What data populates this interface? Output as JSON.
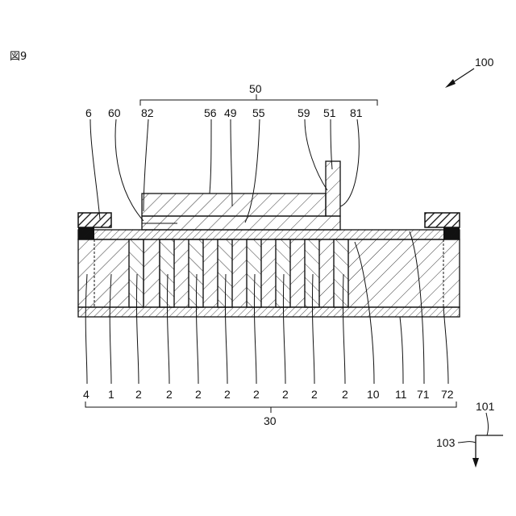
{
  "figure_label": "図9",
  "labels": {
    "l100": "100",
    "l50": "50",
    "l6": "6",
    "l60": "60",
    "l82": "82",
    "l56": "56",
    "l49": "49",
    "l55": "55",
    "l59": "59",
    "l51": "51",
    "l81": "81",
    "b4": "4",
    "b1": "1",
    "b2a": "2",
    "b2b": "2",
    "b2c": "2",
    "b2d": "2",
    "b2e": "2",
    "b2f": "2",
    "b2g": "2",
    "b2h": "2",
    "b10": "10",
    "b11": "11",
    "b71": "71",
    "b72": "72",
    "l30": "30",
    "l101": "101",
    "l103": "103"
  }
}
